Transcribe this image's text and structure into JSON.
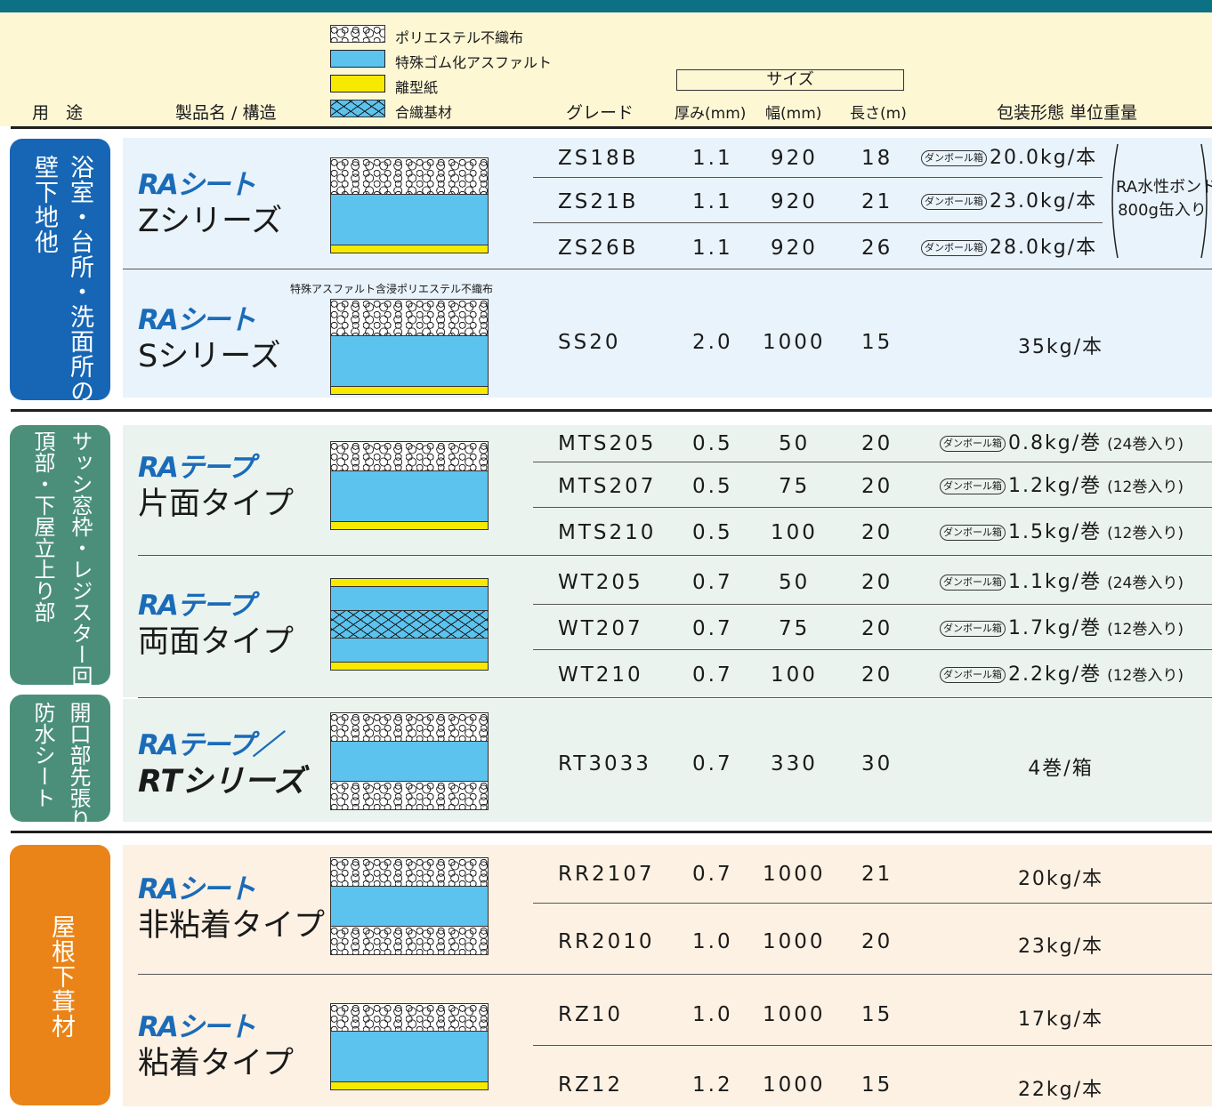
{
  "header": {
    "col_use": "用　途",
    "col_product": "製品名 / 構造",
    "col_grade": "グレード",
    "size_group": "サイズ",
    "col_thickness": "厚み(mm)",
    "col_width": "幅(mm)",
    "col_length": "長さ(m)",
    "col_package": "包装形態 単位重量",
    "legend": [
      {
        "label": "ポリエステル不織布",
        "swatch": "fiber"
      },
      {
        "label": "特殊ゴム化アスファルト",
        "swatch": "blue"
      },
      {
        "label": "離型紙",
        "swatch": "yellow"
      },
      {
        "label": "合繊基材",
        "swatch": "mesh"
      }
    ]
  },
  "colors": {
    "teal_bar": "#0c7184",
    "blue_cat": "#1766b5",
    "green_cat": "#4b8f7a",
    "orange_cat": "#ea8418",
    "blue_bg": "#e9f3fb",
    "green_bg": "#eaf3ee",
    "orange_bg": "#fdf1e3",
    "brand_blue": "#1a6bb8",
    "asphalt_blue": "#5bc3ee",
    "liner_yellow": "#f7ea00"
  },
  "categories": {
    "bath": {
      "col1": "浴室・台所・洗面所の",
      "col2": "壁下地他"
    },
    "sash": {
      "col1": "サッシ窓枠・レジスター回り・",
      "col2": "頂部・下屋立上り部"
    },
    "opening": {
      "col1": "開口部先張り",
      "col2": "防水シート"
    },
    "roof": {
      "col1": "屋根下葺材"
    }
  },
  "products": {
    "z": {
      "brand": "RAシート",
      "sub": "Zシリーズ"
    },
    "s": {
      "brand": "RAシート",
      "sub": "Sシリーズ",
      "note": "特殊アスファルト含浸ポリエステル不織布"
    },
    "tape1": {
      "brand": "RAテープ",
      "sub": "片面タイプ"
    },
    "tape2": {
      "brand": "RAテープ",
      "sub": "両面タイプ"
    },
    "rt": {
      "brand": "RAテープ／",
      "sub": "RTシリーズ"
    },
    "rr": {
      "brand": "RAシート",
      "sub": "非粘着タイプ"
    },
    "rz": {
      "brand": "RAシート",
      "sub": "粘着タイプ"
    }
  },
  "box_label": "ダンボール箱",
  "bond_note": {
    "line1": "RA水性ボンド",
    "line2": "800g缶入り"
  },
  "rows": [
    {
      "grade": "ZS18B",
      "t": "1.1",
      "w": "920",
      "l": "18",
      "pkg": "20.0kg/本",
      "box": true,
      "extra": ""
    },
    {
      "grade": "ZS21B",
      "t": "1.1",
      "w": "920",
      "l": "21",
      "pkg": "23.0kg/本",
      "box": true,
      "extra": ""
    },
    {
      "grade": "ZS26B",
      "t": "1.1",
      "w": "920",
      "l": "26",
      "pkg": "28.0kg/本",
      "box": true,
      "extra": ""
    },
    {
      "grade": "SS20",
      "t": "2.0",
      "w": "1000",
      "l": "15",
      "pkg": "35kg/本",
      "box": false,
      "extra": ""
    },
    {
      "grade": "MTS205",
      "t": "0.5",
      "w": "50",
      "l": "20",
      "pkg": "0.8kg/巻",
      "box": true,
      "extra": "(24巻入り)"
    },
    {
      "grade": "MTS207",
      "t": "0.5",
      "w": "75",
      "l": "20",
      "pkg": "1.2kg/巻",
      "box": true,
      "extra": "(12巻入り)"
    },
    {
      "grade": "MTS210",
      "t": "0.5",
      "w": "100",
      "l": "20",
      "pkg": "1.5kg/巻",
      "box": true,
      "extra": "(12巻入り)"
    },
    {
      "grade": "WT205",
      "t": "0.7",
      "w": "50",
      "l": "20",
      "pkg": "1.1kg/巻",
      "box": true,
      "extra": "(24巻入り)"
    },
    {
      "grade": "WT207",
      "t": "0.7",
      "w": "75",
      "l": "20",
      "pkg": "1.7kg/巻",
      "box": true,
      "extra": "(12巻入り)"
    },
    {
      "grade": "WT210",
      "t": "0.7",
      "w": "100",
      "l": "20",
      "pkg": "2.2kg/巻",
      "box": true,
      "extra": "(12巻入り)"
    },
    {
      "grade": "RT3033",
      "t": "0.7",
      "w": "330",
      "l": "30",
      "pkg": "4巻/箱",
      "box": false,
      "extra": ""
    },
    {
      "grade": "RR2107",
      "t": "0.7",
      "w": "1000",
      "l": "21",
      "pkg": "20kg/本",
      "box": false,
      "extra": ""
    },
    {
      "grade": "RR2010",
      "t": "1.0",
      "w": "1000",
      "l": "20",
      "pkg": "23kg/本",
      "box": false,
      "extra": ""
    },
    {
      "grade": "RZ10",
      "t": "1.0",
      "w": "1000",
      "l": "15",
      "pkg": "17kg/本",
      "box": false,
      "extra": ""
    },
    {
      "grade": "RZ12",
      "t": "1.2",
      "w": "1000",
      "l": "15",
      "pkg": "22kg/本",
      "box": false,
      "extra": ""
    }
  ]
}
